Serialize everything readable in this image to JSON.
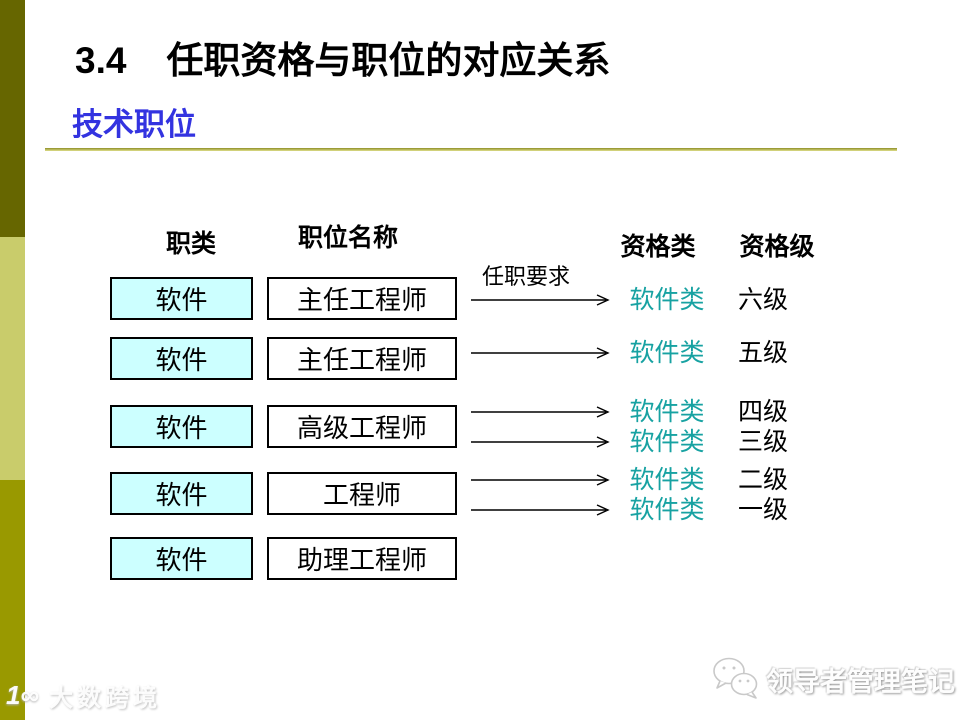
{
  "header": {
    "title_number": "3.4",
    "title_text": "任职资格与职位的对应关系",
    "subtitle": "技术职位"
  },
  "colors": {
    "sidebar_dark_olive": "#666600",
    "sidebar_light_green": "#c9cc6b",
    "sidebar_olive": "#999900",
    "subtitle_blue": "#3333e0",
    "category_box_cyan": "#ccffff",
    "qualification_teal": "#17a2a2",
    "rule_olive": "#8f8f28"
  },
  "diagram": {
    "headers": {
      "category": "职类",
      "position_name": "职位名称",
      "qual_category": "资格类",
      "qual_level": "资格级"
    },
    "arrow_label": "任职要求",
    "position_rows": [
      {
        "category": "软件",
        "position": "主任工程师"
      },
      {
        "category": "软件",
        "position": "主任工程师"
      },
      {
        "category": "软件",
        "position": "高级工程师"
      },
      {
        "category": "软件",
        "position": "工程师"
      },
      {
        "category": "软件",
        "position": "助理工程师"
      }
    ],
    "qualification_rows": [
      {
        "qual_category": "软件类",
        "qual_level": "六级"
      },
      {
        "qual_category": "软件类",
        "qual_level": "五级"
      },
      {
        "qual_category": "软件类",
        "qual_level": "四级"
      },
      {
        "qual_category": "软件类",
        "qual_level": "三级"
      },
      {
        "qual_category": "软件类",
        "qual_level": "二级"
      },
      {
        "qual_category": "软件类",
        "qual_level": "一级"
      }
    ]
  },
  "watermarks": {
    "bottom_right_text": "领导者管理笔记",
    "bottom_right_icon": "wechat-icon",
    "bottom_left_text": "大数跨境",
    "bottom_left_logo": "1∞"
  }
}
